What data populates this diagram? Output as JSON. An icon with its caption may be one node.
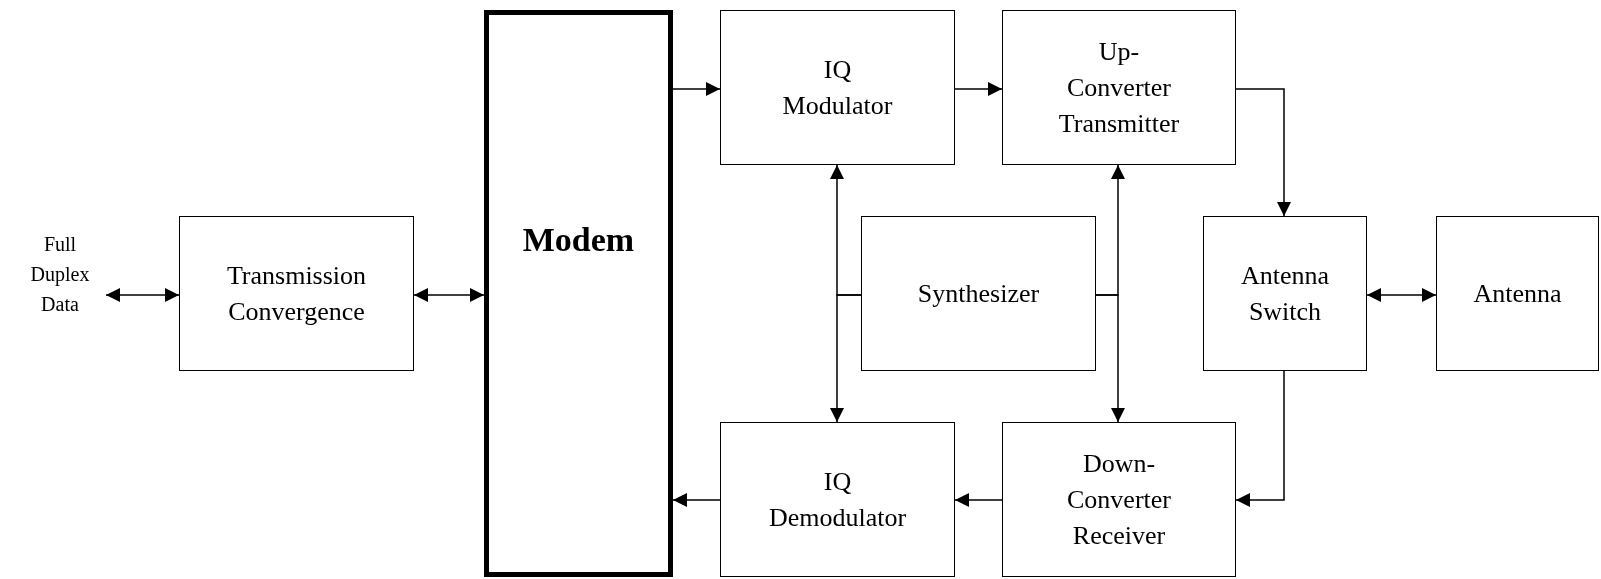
{
  "diagram": {
    "nodes": [
      {
        "text": [
          "Full Duplex Data"
        ]
      },
      {
        "text": [
          "Transmission Convergence"
        ]
      },
      {
        "text": [
          "Modem"
        ]
      },
      {
        "text": [
          "IQ Modulator"
        ]
      },
      {
        "text": [
          "Up- Converter Transmitter"
        ]
      },
      {
        "text": [
          "Synthesizer"
        ]
      },
      {
        "text": [
          "Antenna Switch"
        ]
      },
      {
        "text": [
          "Antenna"
        ]
      },
      {
        "text": [
          "IQ Demodulator"
        ]
      },
      {
        "text": [
          "Down- Converter Receiver"
        ]
      }
    ],
    "edges": [
      {
        "from": 0,
        "to": 1,
        "arrow": "both"
      },
      {
        "from": 1,
        "to": 2,
        "arrow": "both"
      },
      {
        "from": 2,
        "to": 3,
        "arrow": "to"
      },
      {
        "from": 3,
        "to": 4,
        "arrow": "to"
      },
      {
        "from": 4,
        "to": 6,
        "arrow": "to"
      },
      {
        "from": 6,
        "to": 7,
        "arrow": "both"
      },
      {
        "from": 6,
        "to": 9,
        "arrow": "to"
      },
      {
        "from": 9,
        "to": 8,
        "arrow": "to"
      },
      {
        "from": 8,
        "to": 2,
        "arrow": "to"
      },
      {
        "from": 5,
        "to": 3,
        "arrow": "to"
      },
      {
        "from": 5,
        "to": 8,
        "arrow": "to"
      },
      {
        "from": 5,
        "to": 4,
        "arrow": "to"
      },
      {
        "from": 5,
        "to": 9,
        "arrow": "to"
      }
    ]
  }
}
